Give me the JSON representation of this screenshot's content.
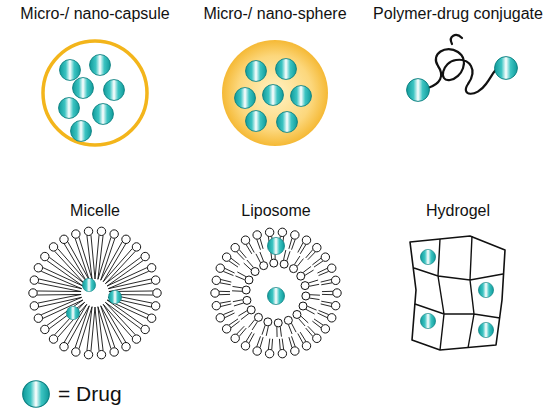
{
  "diagram": {
    "nodes": [
      {
        "text": [
          "Micro-/ nano-capsule"
        ]
      },
      {
        "text": [
          "Micro-/ nano-sphere"
        ]
      },
      {
        "text": [
          "Polymer-drug conjugate"
        ]
      },
      {
        "text": [
          "Micelle"
        ]
      },
      {
        "text": [
          "Liposome"
        ]
      },
      {
        "text": [
          "Hydrogel"
        ]
      }
    ],
    "legend": [
      {
        "text": "= Drug"
      }
    ]
  }
}
